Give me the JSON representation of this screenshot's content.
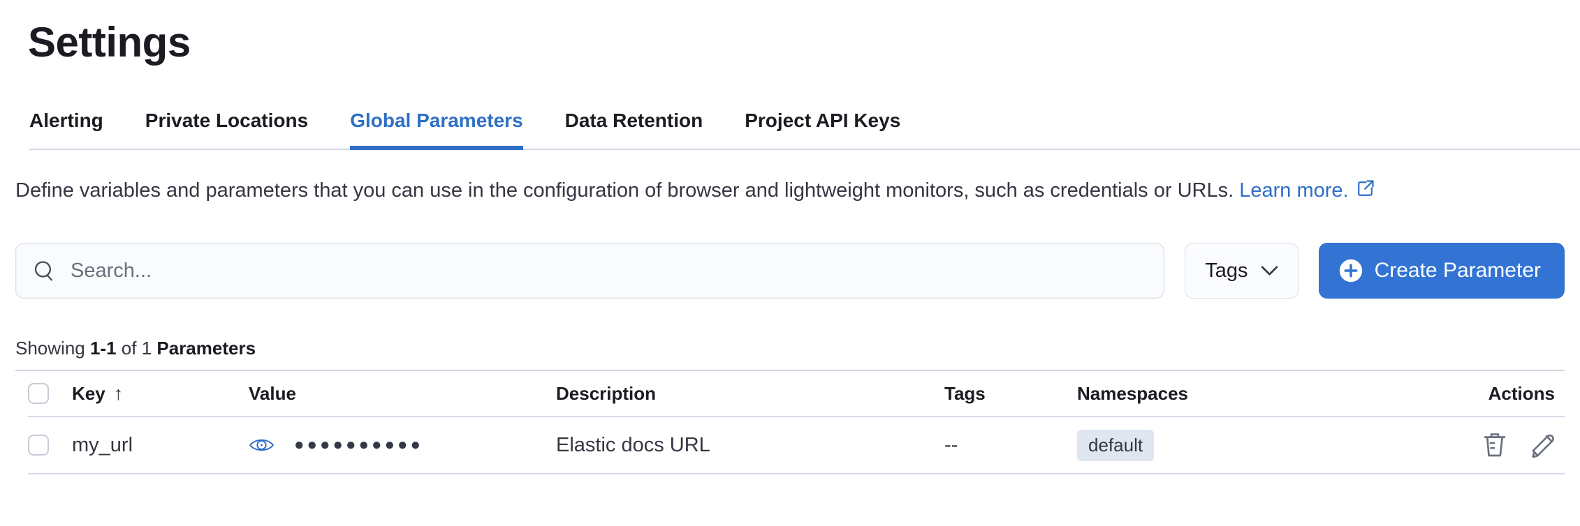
{
  "page": {
    "title": "Settings"
  },
  "tabs": [
    {
      "label": "Alerting"
    },
    {
      "label": "Private Locations"
    },
    {
      "label": "Global Parameters"
    },
    {
      "label": "Data Retention"
    },
    {
      "label": "Project API Keys"
    }
  ],
  "description": {
    "text": "Define variables and parameters that you can use in the configuration of browser and lightweight monitors, such as credentials or URLs.",
    "link_label": "Learn more.",
    "link_icon": "external-link-icon"
  },
  "toolbar": {
    "search_placeholder": "Search...",
    "search_icon": "search-icon",
    "tags_filter_label": "Tags",
    "tags_chevron_icon": "chevron-down-icon",
    "create_button_label": "Create Parameter",
    "create_button_icon": "plus-in-circle-icon"
  },
  "summary": {
    "showing": "Showing",
    "range": "1-1",
    "of": "of 1",
    "entity": "Parameters"
  },
  "table": {
    "headers": {
      "key": "Key",
      "value": "Value",
      "description": "Description",
      "tags": "Tags",
      "namespaces": "Namespaces",
      "actions": "Actions"
    },
    "sort": {
      "column": "Key",
      "direction": "ascending",
      "arrow": "↑"
    },
    "rows": [
      {
        "key": "my_url",
        "value_masked": "●●●●●●●●●●",
        "value_icon": "eye-icon",
        "description": "Elastic docs URL",
        "tags": "--",
        "namespace": "default",
        "actions": [
          "delete-icon",
          "edit-icon"
        ]
      }
    ]
  },
  "colors": {
    "accent_blue": "#2e6fc7",
    "button_blue": "#3273d3",
    "text_dark": "#1a1c21",
    "text_body": "#343741",
    "border_gray": "#d3dae6",
    "badge_bg": "#e0e6f1",
    "icon_gray": "#69707d"
  }
}
